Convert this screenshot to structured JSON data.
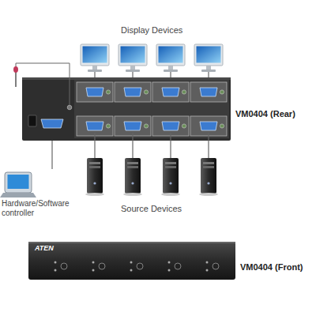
{
  "diagram": {
    "nodes": [
      {
        "text": [
          "VM0404 (Rear)"
        ]
      },
      {
        "text": [
          "Hardware/Software controller"
        ]
      },
      {
        "text": [
          "ATEN",
          "VM0404 (Front)"
        ]
      }
    ],
    "edges": [
      {
        "from": 1,
        "to": 0,
        "arrow": "none"
      }
    ],
    "labels": [
      "Display Devices",
      "Source Devices"
    ]
  }
}
